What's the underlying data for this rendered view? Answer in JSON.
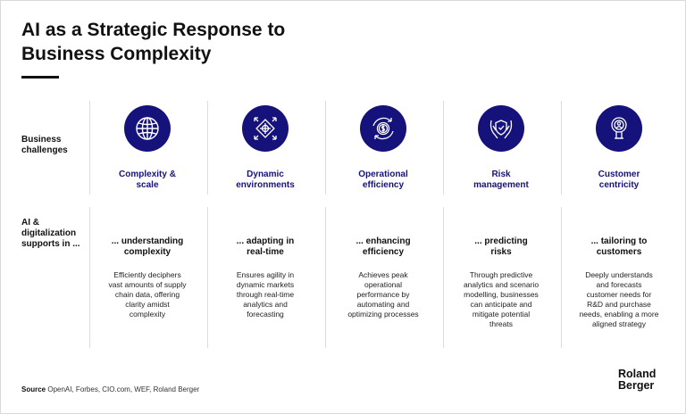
{
  "title": {
    "line1": "AI as a Strategic Response to",
    "line2": "Business Complexity"
  },
  "row_labels": {
    "challenges_line1": "Business",
    "challenges_line2": "challenges",
    "supports_line1": "AI &",
    "supports_line2": "digitalization",
    "supports_line3": "supports in ..."
  },
  "columns": [
    {
      "icon": "globe-icon",
      "challenge_line1": "Complexity &",
      "challenge_line2": "scale",
      "support_line1": "... understanding",
      "support_line2": "complexity",
      "desc": [
        "Efficiently deciphers",
        "vast amounts of supply",
        "chain data, offering",
        "clarity amidst",
        "complexity"
      ]
    },
    {
      "icon": "dynamic-target-icon",
      "challenge_line1": "Dynamic",
      "challenge_line2": "environments",
      "support_line1": "... adapting in",
      "support_line2": "real-time",
      "desc": [
        "Ensures agility in",
        "dynamic markets",
        "through real-time",
        "analytics and",
        "forecasting"
      ]
    },
    {
      "icon": "gear-dollar-icon",
      "challenge_line1": "Operational",
      "challenge_line2": "efficiency",
      "support_line1": "... enhancing",
      "support_line2": "efficiency",
      "desc": [
        "Achieves peak",
        "operational",
        "performance by",
        "automating and",
        "optimizing processes"
      ]
    },
    {
      "icon": "hands-shield-icon",
      "challenge_line1": "Risk",
      "challenge_line2": "management",
      "support_line1": "... predicting",
      "support_line2": "risks",
      "desc": [
        "Through predictive",
        "analytics and scenario",
        "modelling, businesses",
        "can anticipate and",
        "mitigate potential",
        "threats"
      ]
    },
    {
      "icon": "customer-target-icon",
      "challenge_line1": "Customer",
      "challenge_line2": "centricity",
      "support_line1": "... tailoring to",
      "support_line2": "customers",
      "desc": [
        "Deeply understands",
        "and forecasts",
        "customer needs for",
        "R&D and purchase",
        "needs, enabling a more",
        "aligned strategy"
      ]
    }
  ],
  "source": {
    "label": "Source",
    "text": "OpenAI, Forbes, CIO.com, WEF, Roland Berger"
  },
  "logo": {
    "line1": "Roland",
    "line2": "Berger"
  },
  "colors": {
    "accent": "#16127c",
    "text": "#111111"
  }
}
